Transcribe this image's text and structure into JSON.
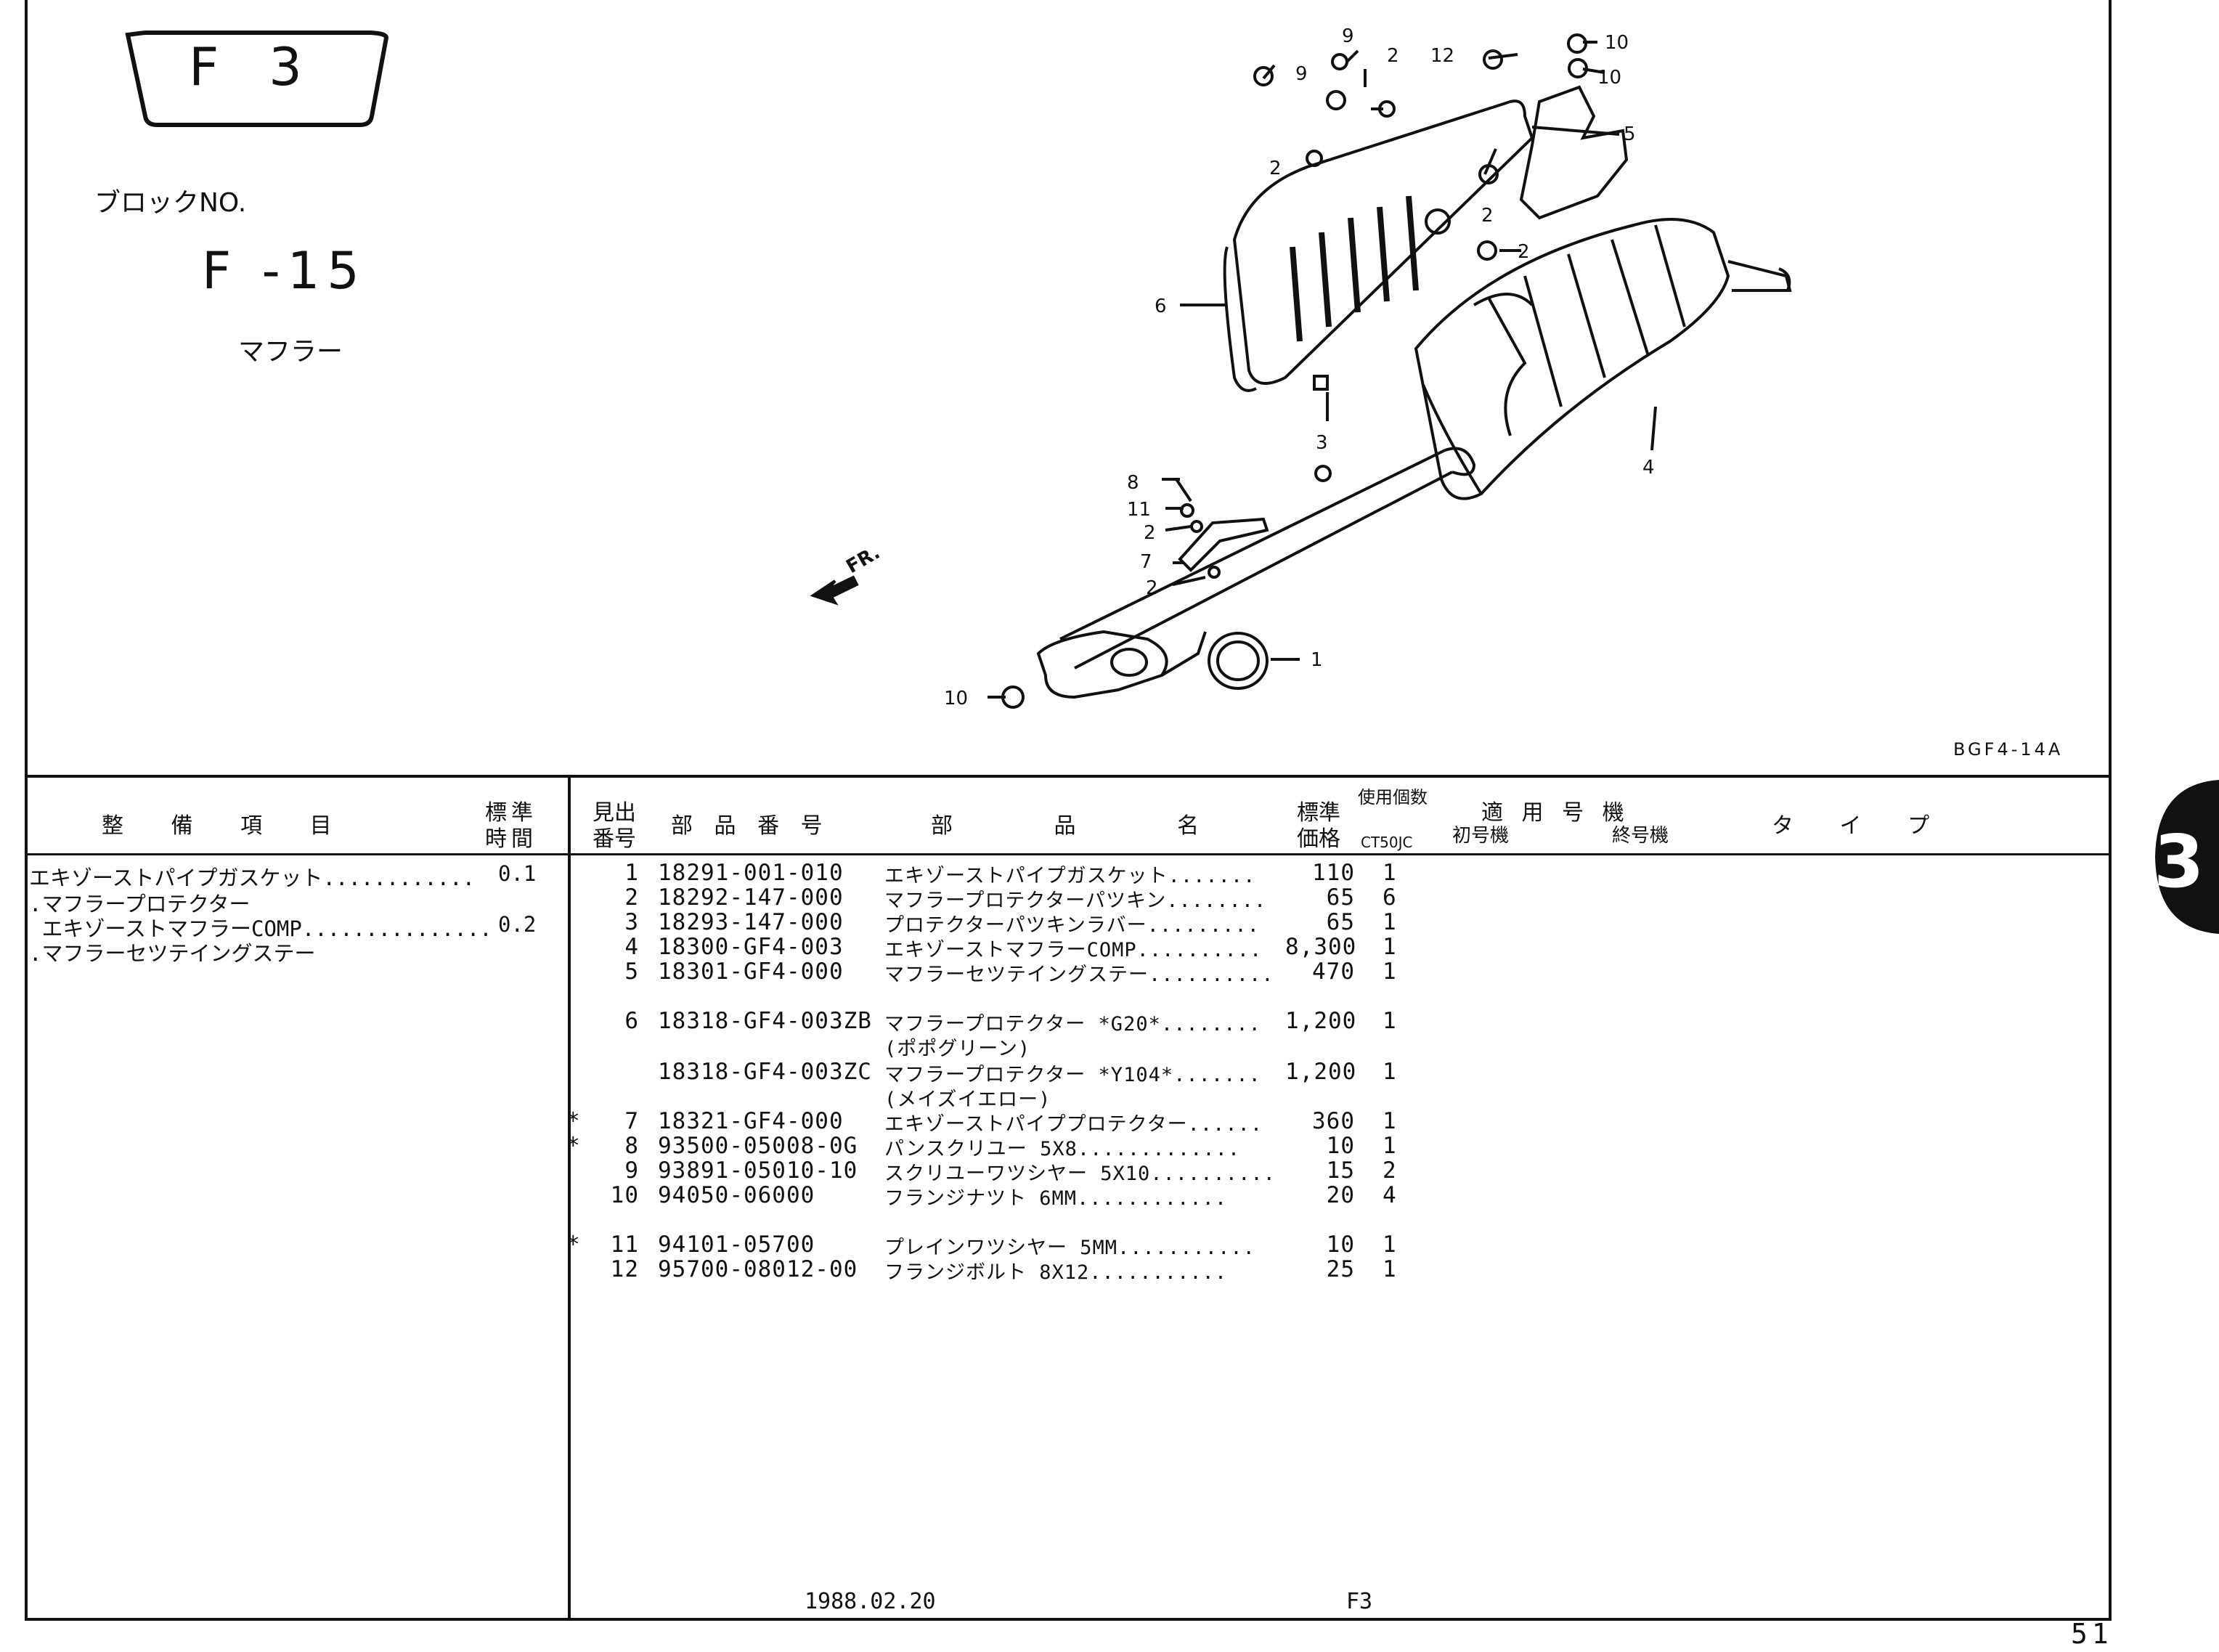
{
  "header": {
    "section_code": "F   3",
    "block_label": "ブロックNO.",
    "block_number": "F -15",
    "block_title": "マフラー",
    "drawing_code": "BGF4-14A",
    "side_tab": "3",
    "front_label": "FR."
  },
  "callouts": [
    "1",
    "2",
    "2",
    "2",
    "2",
    "2",
    "2",
    "3",
    "4",
    "5",
    "6",
    "7",
    "8",
    "9",
    "9",
    "10",
    "10",
    "10",
    "11",
    "12"
  ],
  "table_headers": {
    "service_item": "整 備 項 目",
    "std_time_1": "標準",
    "std_time_2": "時間",
    "ref_no_1": "見出",
    "ref_no_2": "番号",
    "part_number": "部 品 番 号",
    "part_name": "部 品 名",
    "price_1": "標準",
    "price_2": "価格",
    "qty_label": "使用個数",
    "model": "CT50JC",
    "applicable": "適 用 号 機",
    "first_serial": "初号機",
    "last_serial": "終号機",
    "type": "タ イ プ"
  },
  "service_items": [
    {
      "name": "エキゾーストパイプガスケット............",
      "time": "0.1"
    },
    {
      "name": ".マフラープロテクター",
      "time": ""
    },
    {
      "name": " エキゾーストマフラーCOMP...............",
      "time": "0.2"
    },
    {
      "name": ".マフラーセツテイングステー",
      "time": ""
    }
  ],
  "parts": [
    {
      "mark": "",
      "ref": "1",
      "part_no": "18291-001-010",
      "name": "エキゾーストパイプガスケット.......",
      "price": "110",
      "qty": "1"
    },
    {
      "mark": "",
      "ref": "2",
      "part_no": "18292-147-000",
      "name": "マフラープロテクターパツキン........",
      "price": "65",
      "qty": "6"
    },
    {
      "mark": "",
      "ref": "3",
      "part_no": "18293-147-000",
      "name": "プロテクターパツキンラバー.........",
      "price": "65",
      "qty": "1"
    },
    {
      "mark": "",
      "ref": "4",
      "part_no": "18300-GF4-003",
      "name": "エキゾーストマフラーCOMP..........",
      "price": "8,300",
      "qty": "1"
    },
    {
      "mark": "",
      "ref": "5",
      "part_no": "18301-GF4-000",
      "name": "マフラーセツテイングステー..........",
      "price": "470",
      "qty": "1"
    },
    {
      "mark": "",
      "ref": "6",
      "part_no": "18318-GF4-003ZB",
      "name": "マフラープロテクター *G20*........",
      "price": "1,200",
      "qty": "1"
    },
    {
      "mark": "",
      "ref": "",
      "part_no": "",
      "name": "(ポポグリーン)",
      "price": "",
      "qty": ""
    },
    {
      "mark": "",
      "ref": "",
      "part_no": "18318-GF4-003ZC",
      "name": "マフラープロテクター *Y104*.......",
      "price": "1,200",
      "qty": "1"
    },
    {
      "mark": "",
      "ref": "",
      "part_no": "",
      "name": "(メイズイエロー)",
      "price": "",
      "qty": ""
    },
    {
      "mark": "*",
      "ref": "7",
      "part_no": "18321-GF4-000",
      "name": "エキゾーストパイププロテクター......",
      "price": "360",
      "qty": "1"
    },
    {
      "mark": "*",
      "ref": "8",
      "part_no": "93500-05008-0G",
      "name": "パンスクリユー 5X8.............",
      "price": "10",
      "qty": "1"
    },
    {
      "mark": "",
      "ref": "9",
      "part_no": "93891-05010-10",
      "name": "スクリユーワツシヤー 5X10..........",
      "price": "15",
      "qty": "2"
    },
    {
      "mark": "",
      "ref": "10",
      "part_no": "94050-06000",
      "name": "フランジナツト 6MM............",
      "price": "20",
      "qty": "4"
    },
    {
      "mark": "*",
      "ref": "11",
      "part_no": "94101-05700",
      "name": "プレインワツシヤー 5MM...........",
      "price": "10",
      "qty": "1"
    },
    {
      "mark": "",
      "ref": "12",
      "part_no": "95700-08012-00",
      "name": "フランジボルト 8X12...........",
      "price": "25",
      "qty": "1"
    }
  ],
  "footer": {
    "date": "1988.02.20",
    "code": "F3",
    "page": "51"
  }
}
